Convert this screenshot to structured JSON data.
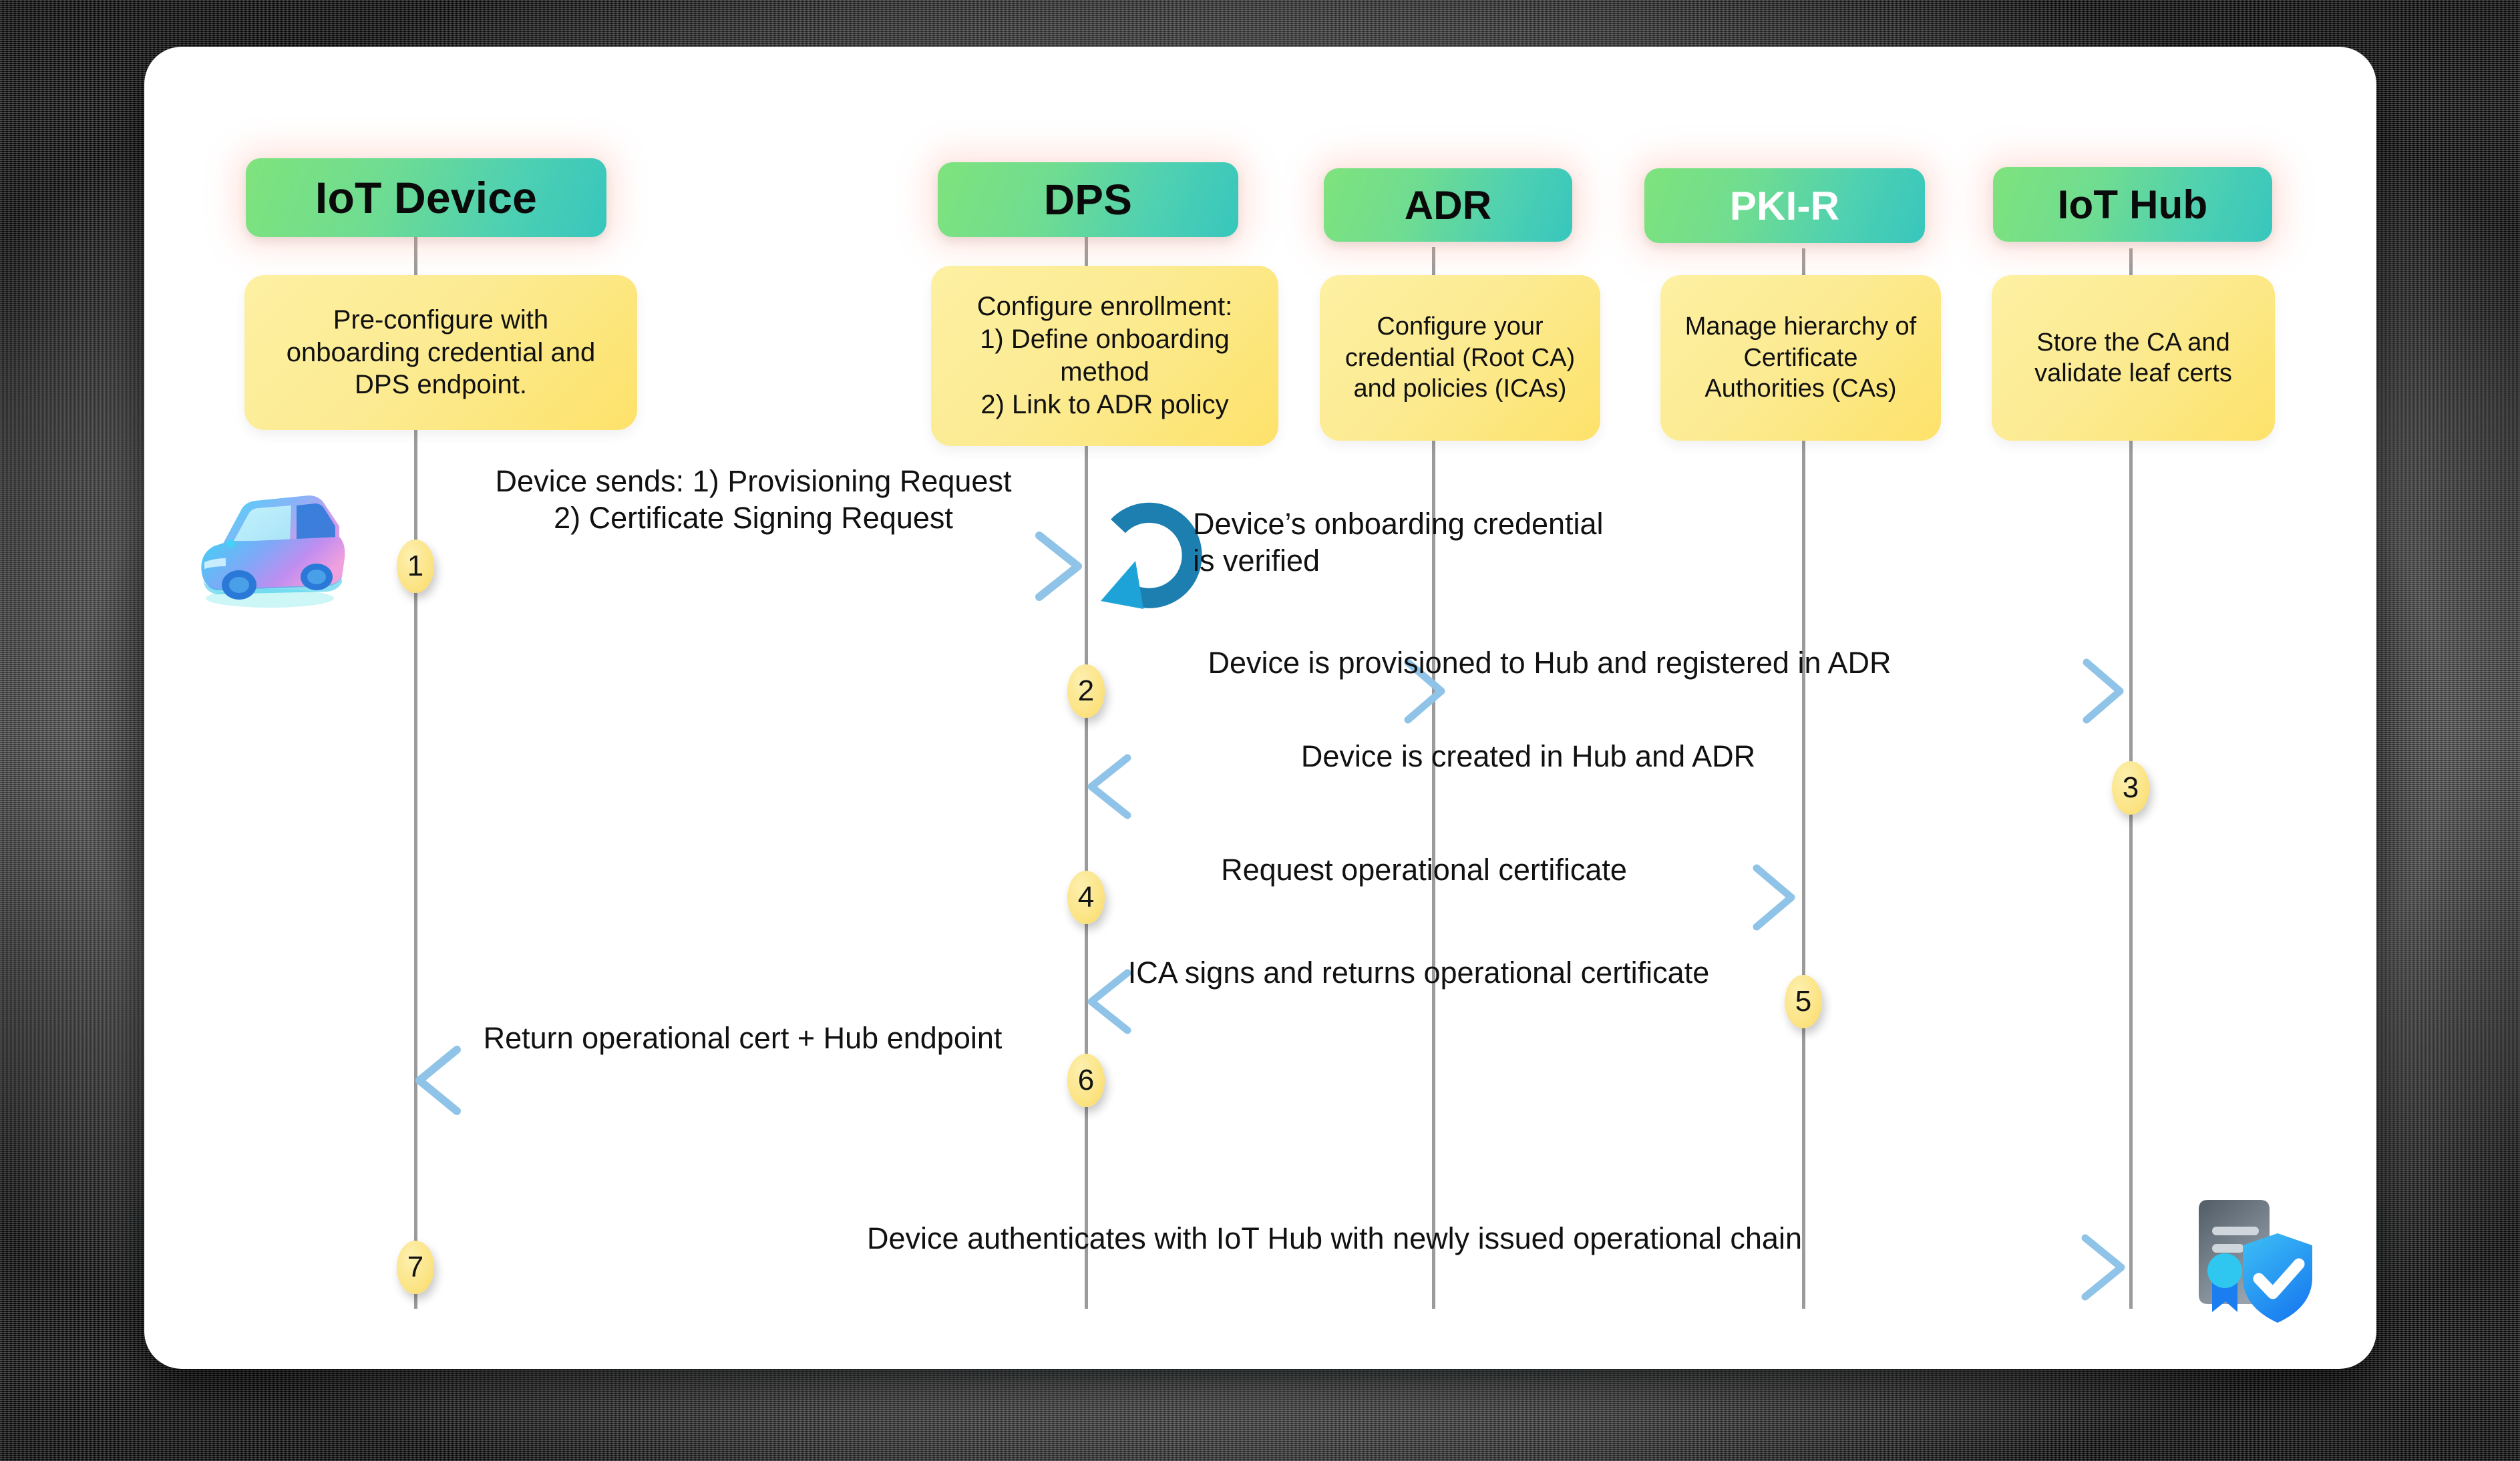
{
  "diagram": {
    "type": "sequence-diagram",
    "title": "IoT device provisioning and certificate issuance sequence",
    "colors": {
      "header_gradient_start": "#7fe37c",
      "header_gradient_end": "#37c6bd",
      "note_fill_start": "#fdf0a2",
      "note_fill_end": "#fde26a",
      "arrow": "#8fc4e8",
      "lifeline": "#9b9b9b",
      "step_badge": "#fce589",
      "selfloop_arrow": "#1c7fb0",
      "canvas": "#ffffff"
    }
  },
  "participants": [
    {
      "id": "iot-device",
      "label": "IoT Device",
      "label_color": "dark",
      "note": "Pre-configure with\nonboarding credential and\nDPS endpoint."
    },
    {
      "id": "dps",
      "label": "DPS",
      "label_color": "dark",
      "note": "Configure enrollment:\n1) Define onboarding\nmethod\n2) Link to ADR policy"
    },
    {
      "id": "adr",
      "label": "ADR",
      "label_color": "dark",
      "note": "Configure your\ncredential (Root CA)\nand policies (ICAs)"
    },
    {
      "id": "pki-r",
      "label": "PKI-R",
      "label_color": "light",
      "note": "Manage hierarchy of\nCertificate\nAuthorities (CAs)"
    },
    {
      "id": "iot-hub",
      "label": "IoT Hub",
      "label_color": "dark",
      "note": "Store the CA and\nvalidate leaf certs"
    }
  ],
  "messages": [
    {
      "step": "1",
      "from": "iot-device",
      "to": "dps",
      "direction": "right",
      "label_line1": "Device sends: 1) Provisioning Request",
      "label_line2": "2) Certificate Signing Request"
    },
    {
      "step": "",
      "from": "dps",
      "to": "dps",
      "direction": "self",
      "label_line1": "Device’s onboarding credential",
      "label_line2": "is verified"
    },
    {
      "step": "2",
      "from": "dps",
      "to": "iot-hub",
      "direction": "right",
      "label_line1": "Device is provisioned to Hub and registered in ADR",
      "label_line2": ""
    },
    {
      "step": "3",
      "from": "iot-hub",
      "to": "dps",
      "direction": "left",
      "label_line1": "Device is created in Hub and ADR",
      "label_line2": ""
    },
    {
      "step": "4",
      "from": "dps",
      "to": "pki-r",
      "direction": "right",
      "label_line1": "Request operational certificate",
      "label_line2": ""
    },
    {
      "step": "5",
      "from": "pki-r",
      "to": "dps",
      "direction": "left",
      "label_line1": "ICA signs and returns operational certificate",
      "label_line2": ""
    },
    {
      "step": "6",
      "from": "dps",
      "to": "iot-device",
      "direction": "left",
      "label_line1": "Return operational cert + Hub endpoint",
      "label_line2": ""
    },
    {
      "step": "7",
      "from": "iot-device",
      "to": "iot-hub",
      "direction": "right",
      "label_line1": "Device authenticates with IoT Hub with newly issued operational chain",
      "label_line2": ""
    }
  ],
  "artwork": [
    {
      "id": "car-icon",
      "name": "3d-car-icon",
      "description": "isometric cyan-to-pink car"
    },
    {
      "id": "certificate-icon",
      "name": "certificate-shield-icon",
      "description": "certificate document with ribbon seal and blue shield with checkmark"
    }
  ]
}
